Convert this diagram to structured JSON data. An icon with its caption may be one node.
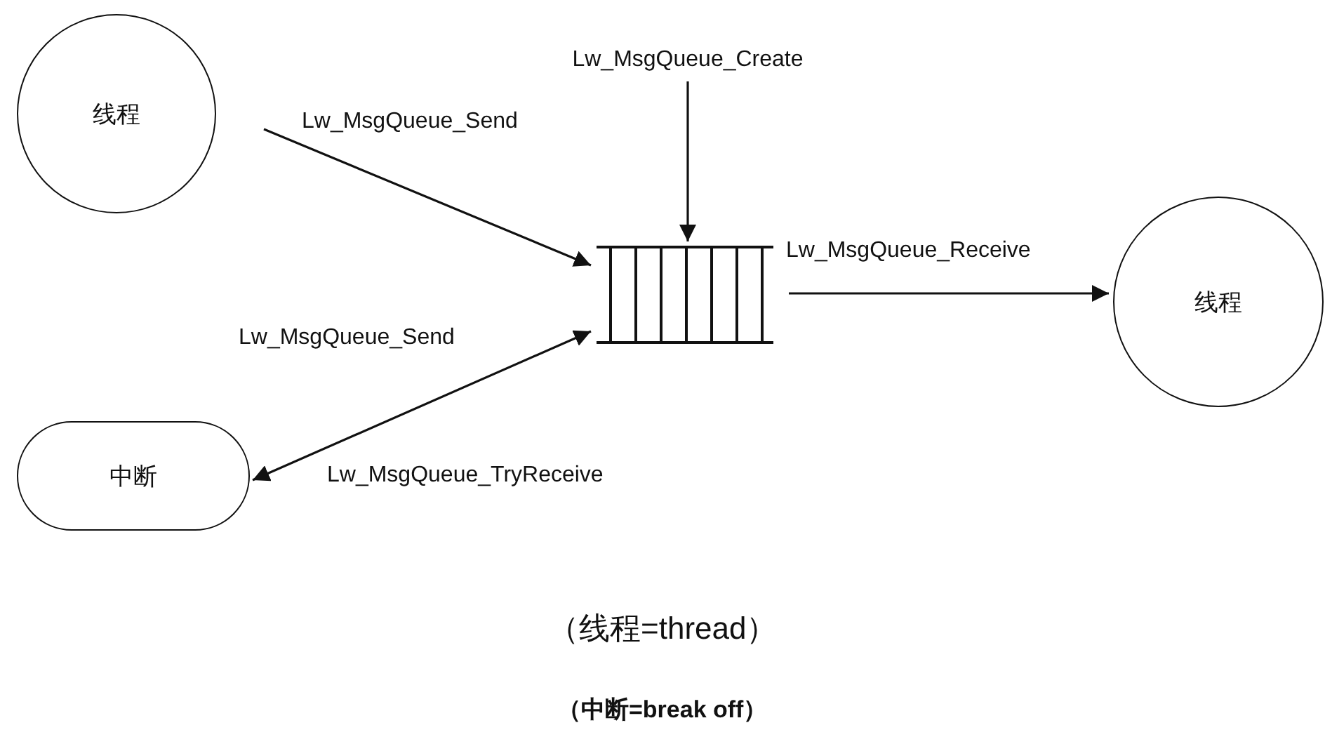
{
  "diagram": {
    "nodes": [
      {
        "text": [
          "线程"
        ]
      },
      {
        "text": [
          "Lw_MsgQueue_Create"
        ]
      },
      {
        "text": [],
        "shape": "box"
      },
      {
        "text": [
          "线程"
        ]
      },
      {
        "text": [
          "中断"
        ]
      }
    ],
    "edges": [
      {
        "from": 0,
        "to": 2,
        "arrow": "to",
        "label": "Lw_MsgQueue_Send"
      },
      {
        "from": 1,
        "to": 2,
        "arrow": "to"
      },
      {
        "from": 2,
        "to": 3,
        "arrow": "to",
        "label": "Lw_MsgQueue_Receive"
      },
      {
        "from": 4,
        "to": 2,
        "arrow": "both",
        "label": "Lw_MsgQueue_Send"
      }
    ],
    "labels": [
      "Lw_MsgQueue_TryReceive",
      "（线程=thread）",
      "（中断=break off）"
    ]
  }
}
